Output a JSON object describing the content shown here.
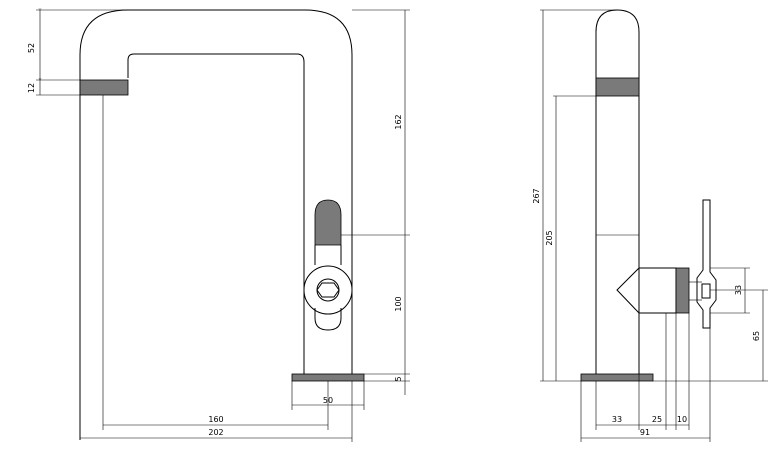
{
  "front_view": {
    "dims": {
      "spout_height": "52",
      "aerator": "12",
      "height_to_lever": "162",
      "lever_height": "100",
      "base": "5",
      "base_width": "50",
      "reach": "160",
      "total_width": "202"
    }
  },
  "side_view": {
    "dims": {
      "total_height": "267",
      "outlet_height": "205",
      "handle_size": "33",
      "handle_height": "65",
      "body_width": "33",
      "handle_offset": "25",
      "handle_thickness": "10",
      "total_depth": "91"
    }
  }
}
